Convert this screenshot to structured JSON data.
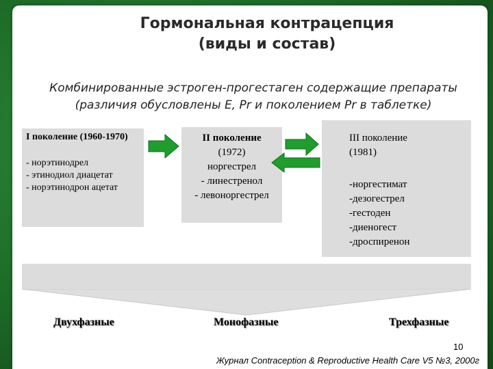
{
  "slide": {
    "title_line1": "Гормональная контрацепция",
    "title_line2": "(виды и состав)",
    "subtitle_line1": "Комбинированные эстроген-прогестаген содержащие препараты",
    "subtitle_line2": "(различия обусловлены E, Pr и поколением Pr в таблетке)"
  },
  "generations": [
    {
      "heading": "I поколение (1960-1970)",
      "items": [
        "- норэтинодрел",
        "- этинодиол диацетат",
        "- норэтинодрон ацетат"
      ]
    },
    {
      "heading_line1": "II поколение",
      "heading_line2": "(1972)",
      "items": [
        "норгестрел",
        "- линестренол",
        "- левоноргестрел"
      ]
    },
    {
      "heading_line1": "III поколение",
      "heading_line2": "(1981)",
      "items": [
        "-норгестимат",
        "-дезогестрел",
        "-гестоден",
        "-диеногест",
        "-дроспиренон"
      ]
    }
  ],
  "phases": [
    "Двухфазные",
    "Монофазные",
    "Трехфазные"
  ],
  "page_number": "10",
  "footer": "Журнал Contraception & Reproductive Health Care V5 №3, 2000г",
  "colors": {
    "frame_green": "#1d6b28",
    "arrow_green": "#1f9e2d",
    "box_gray": "#dcdcdc"
  }
}
